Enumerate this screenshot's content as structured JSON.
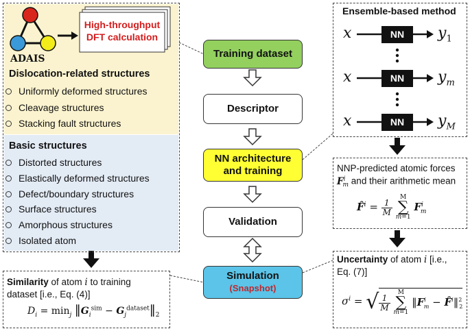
{
  "left": {
    "adais_label": "ADAIS",
    "dft_box": "High-throughput DFT calculation",
    "dislocation": {
      "heading": "Dislocation-related structures",
      "items": [
        "Uniformly deformed structures",
        "Cleavage structures",
        "Stacking fault structures"
      ]
    },
    "basic": {
      "heading": "Basic structures",
      "items": [
        "Distorted structures",
        "Elastically deformed structures",
        "Defect/boundary structures",
        "Surface structures",
        "Amorphous structures",
        "Isolated atom"
      ]
    }
  },
  "flow": {
    "training_dataset": "Training dataset",
    "descriptor": "Descriptor",
    "nn_line1": "NN architecture",
    "nn_line2": "and training",
    "validation": "Validation",
    "simulation": "Simulation",
    "snapshot": "(Snapshot)"
  },
  "ensemble": {
    "title": "Ensemble-based method",
    "nn_label": "NN",
    "input": "x",
    "outputs": [
      "y₁",
      "yₘ",
      "yₘ"
    ]
  },
  "forces": {
    "line1": "NNP-predicted atomic forces",
    "line2": "and their arithmetic mean"
  },
  "uncertainty": {
    "bold": "Uncertainty",
    "rest1": "of atom",
    "rest2": "[i.e.,",
    "eq": "Eq. (7)]"
  },
  "similarity": {
    "bold": "Similarity",
    "rest1": "of atom",
    "rest2": "to training",
    "line2": "dataset [i.e., Eq. (4)]"
  },
  "colors": {
    "dislocation_bg": "#fbf3cf",
    "basic_bg": "#e3ebf5",
    "training_fill": "#93d05e",
    "nn_fill": "#ffff33",
    "simulation_fill": "#5bc4e8",
    "snapshot_red": "#c0272d",
    "dft_red": "#d41c1c",
    "node_red": "#d9261c",
    "node_blue": "#3a9ad9",
    "node_yellow": "#f2ec1b"
  }
}
